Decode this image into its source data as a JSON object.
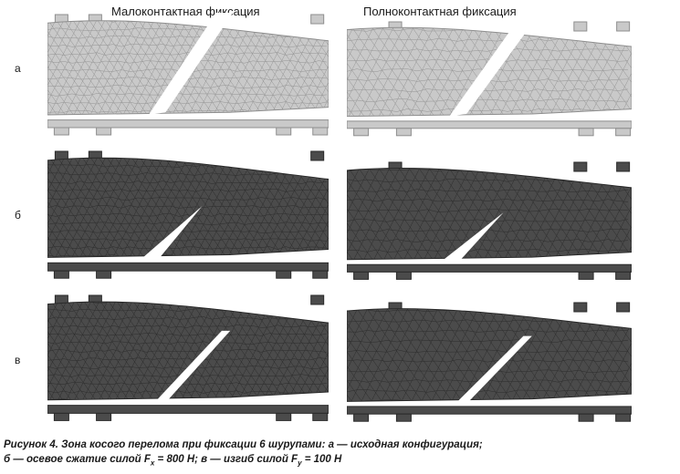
{
  "columns": [
    "Малоконтактная фиксация",
    "Полноконтактная фиксация"
  ],
  "rows": [
    "а",
    "б",
    "в"
  ],
  "caption": {
    "line1": "Рисунок 4. Зона косого перелома при фиксации 6 шурупами: а — исходная конфигурация;",
    "line2_a": "б — осевое сжатие силой F",
    "line2_sub_x": "x",
    "line2_b": " = 800 Н; в — изгиб силой F",
    "line2_sub_y": "y",
    "line2_c": " = 100 Н"
  },
  "colors": {
    "mesh_light": "#c9c9c9",
    "mesh_dark": "#4b4b4b",
    "edge_light": "#8e8e8e",
    "edge_dark": "#2a2a2a"
  }
}
